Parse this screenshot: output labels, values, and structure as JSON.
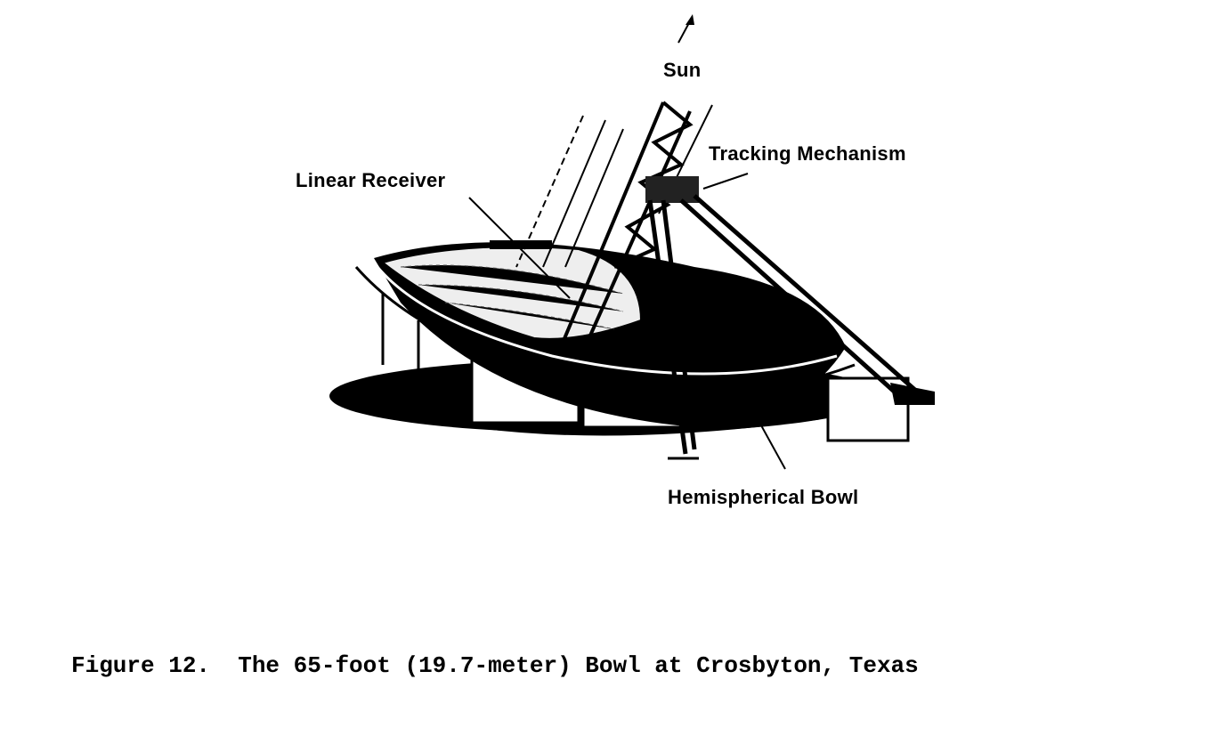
{
  "labels": {
    "sun": "Sun",
    "tracking": "Tracking Mechanism",
    "receiver": "Linear Receiver",
    "bowl": "Hemispherical Bowl"
  },
  "caption": "Figure 12.  The 65-foot (19.7-meter) Bowl at Crosbyton, Texas"
}
